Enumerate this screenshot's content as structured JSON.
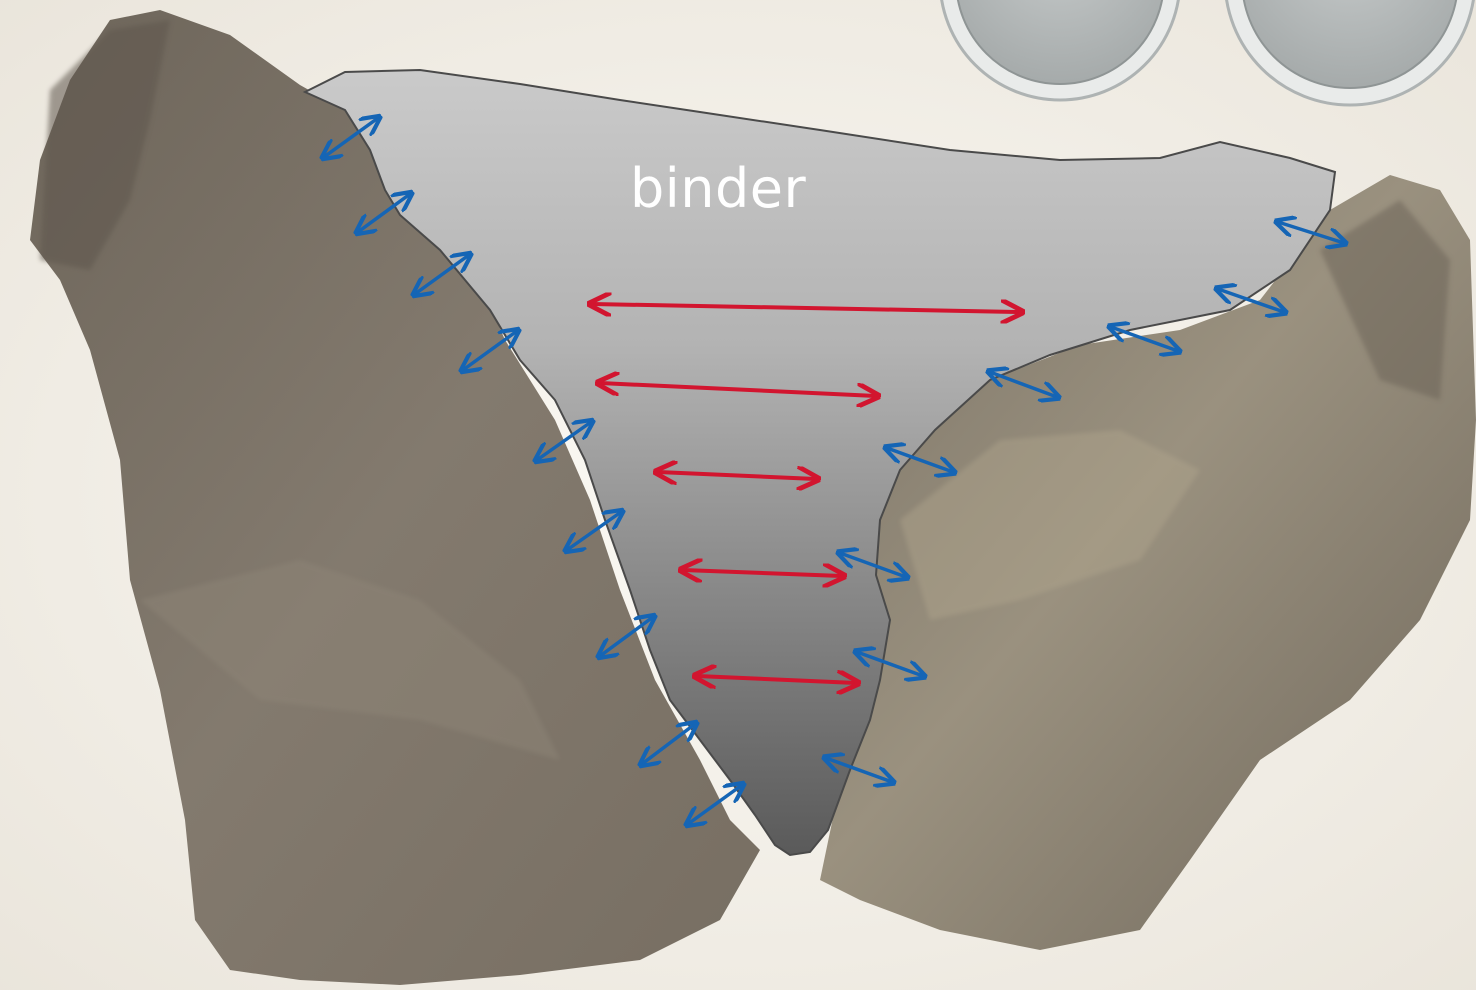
{
  "diagram": {
    "region_label": "binder",
    "colors": {
      "background": "#f4f1ea",
      "fragment_left": "#7d7468",
      "fragment_right": "#8a8276",
      "binder_top": "#c9c9c9",
      "binder_bottom": "#5e5e5e",
      "cohesion_arrow": "#d2152f",
      "adhesion_arrow": "#1565b5",
      "disc": "#b9bdbd"
    },
    "arrow_types": [
      "cohesion-arrow",
      "adhesion-arrow"
    ]
  }
}
